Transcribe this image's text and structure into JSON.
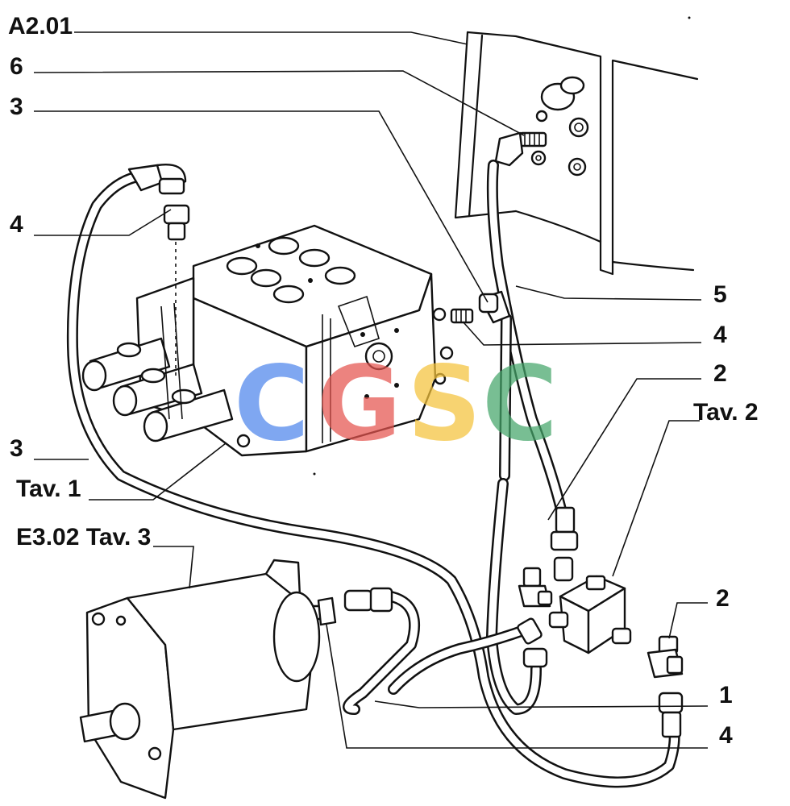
{
  "callouts": {
    "a201": "A2.01",
    "six": "6",
    "three_top": "3",
    "four_left": "4",
    "five": "5",
    "four_mid": "4",
    "two_upper": "2",
    "tav2": "Tav. 2",
    "three_left": "3",
    "tav1": "Tav. 1",
    "e302": "E3.02 Tav. 3",
    "two_lower": "2",
    "one": "1",
    "four_bottom": "4"
  },
  "watermark": {
    "letters": [
      "C",
      "G",
      "S",
      "C"
    ],
    "colors": [
      "#4f86ec",
      "#e6544f",
      "#f5c33b",
      "#45a66a"
    ]
  },
  "colors": {
    "ink": "#111111",
    "paper": "#ffffff"
  }
}
